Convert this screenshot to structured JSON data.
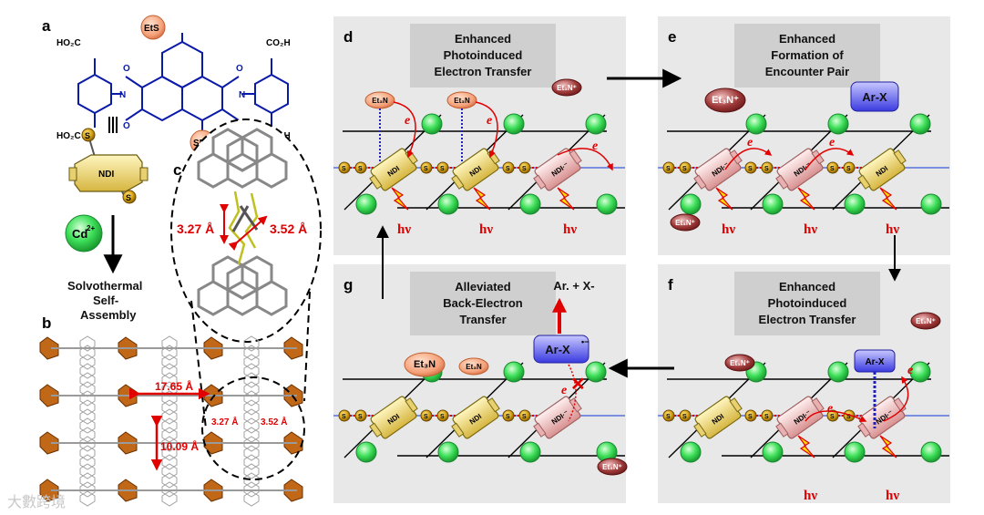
{
  "panels": {
    "a": {
      "label": "a",
      "cooh_tl": "HO₂C",
      "cooh_bl": "HO₂C",
      "cooh_tr": "CO₂H",
      "cooh_br": "CO₂H",
      "ets_top": "EtS",
      "set_bottom": "SEt",
      "o": "O",
      "n": "N",
      "ndi": "NDI",
      "s": "S",
      "cd": "Cd",
      "cd_charge": "2+",
      "process_line1": "Solvothermal",
      "process_line2": "Self-",
      "process_line3": "Assembly"
    },
    "b": {
      "label": "b",
      "dist_horizontal": "17.65 Å",
      "dist_vertical": "10.09 Å",
      "dist_a": "3.27 Å",
      "dist_b": "3.52 Å"
    },
    "c": {
      "label": "c",
      "dist_a": "3.27 Å",
      "dist_b": "3.52 Å"
    },
    "d": {
      "label": "d",
      "title_line1": "Enhanced",
      "title_line2": "Photoinduced",
      "title_line3": "Electron Transfer"
    },
    "e": {
      "label": "e",
      "title_line1": "Enhanced",
      "title_line2": "Formation of",
      "title_line3": "Encounter Pair",
      "arx": "Ar-X"
    },
    "f": {
      "label": "f",
      "title_line1": "Enhanced",
      "title_line2": "Photoinduced",
      "title_line3": "Electron Transfer",
      "arx": "Ar-X"
    },
    "g": {
      "label": "g",
      "title_line1": "Alleviated",
      "title_line2": "Back-Electron",
      "title_line3": "Transfer",
      "arx_radical": "Ar-X",
      "products": "Ar. + X-"
    }
  },
  "labels": {
    "ndi": "NDI",
    "ndi_radical": "NDI",
    "s": "S",
    "et3n": "Et₃N",
    "et3n_cation": "Et₃N",
    "hv": "hν",
    "electron": "e"
  },
  "watermark": "大數跨境",
  "colors": {
    "panel_bg": "#e8e8e8",
    "title_box": "#cfcfcf",
    "ndi_yellow": "#f2e27a",
    "ndi_pink": "#f2c4c4",
    "green_node": "#3ee05a",
    "arrow_red": "#e00000",
    "arx_blue": "#5a5ce8",
    "et3n_orange": "#f5a078",
    "et3n_dark": "#a03a3a"
  }
}
